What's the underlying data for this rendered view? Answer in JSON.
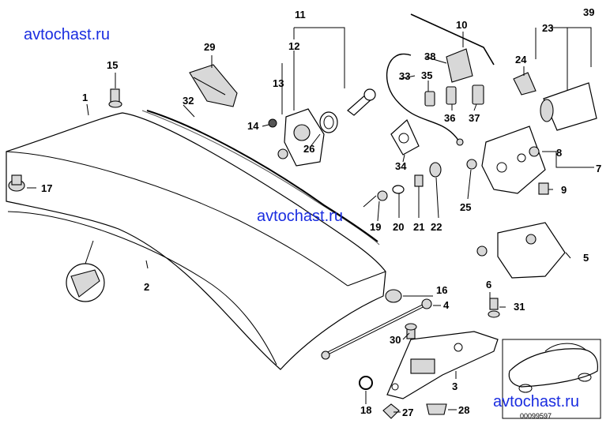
{
  "callouts": {
    "n1": "1",
    "n2": "2",
    "n3": "3",
    "n4": "4",
    "n5": "5",
    "n6": "6",
    "n7": "7",
    "n8": "8",
    "n9": "9",
    "n10": "10",
    "n11": "11",
    "n12": "12",
    "n13": "13",
    "n14": "14",
    "n15": "15",
    "n16": "16",
    "n17": "17",
    "n18": "18",
    "n19": "19",
    "n20": "20",
    "n21": "21",
    "n22": "22",
    "n23": "23",
    "n24": "24",
    "n25": "25",
    "n26": "26",
    "n27": "27",
    "n28": "28",
    "n29": "29",
    "n30": "30",
    "n31": "31",
    "n32": "32",
    "n33": "33",
    "n34": "34",
    "n35": "35",
    "n36": "36",
    "n37": "37",
    "n38": "38",
    "n39": "39"
  },
  "watermarks": {
    "w1": "avtochast.ru",
    "w2": "avtochast.ru",
    "w3": "avtochast.ru"
  },
  "diagram_code": "00099597"
}
